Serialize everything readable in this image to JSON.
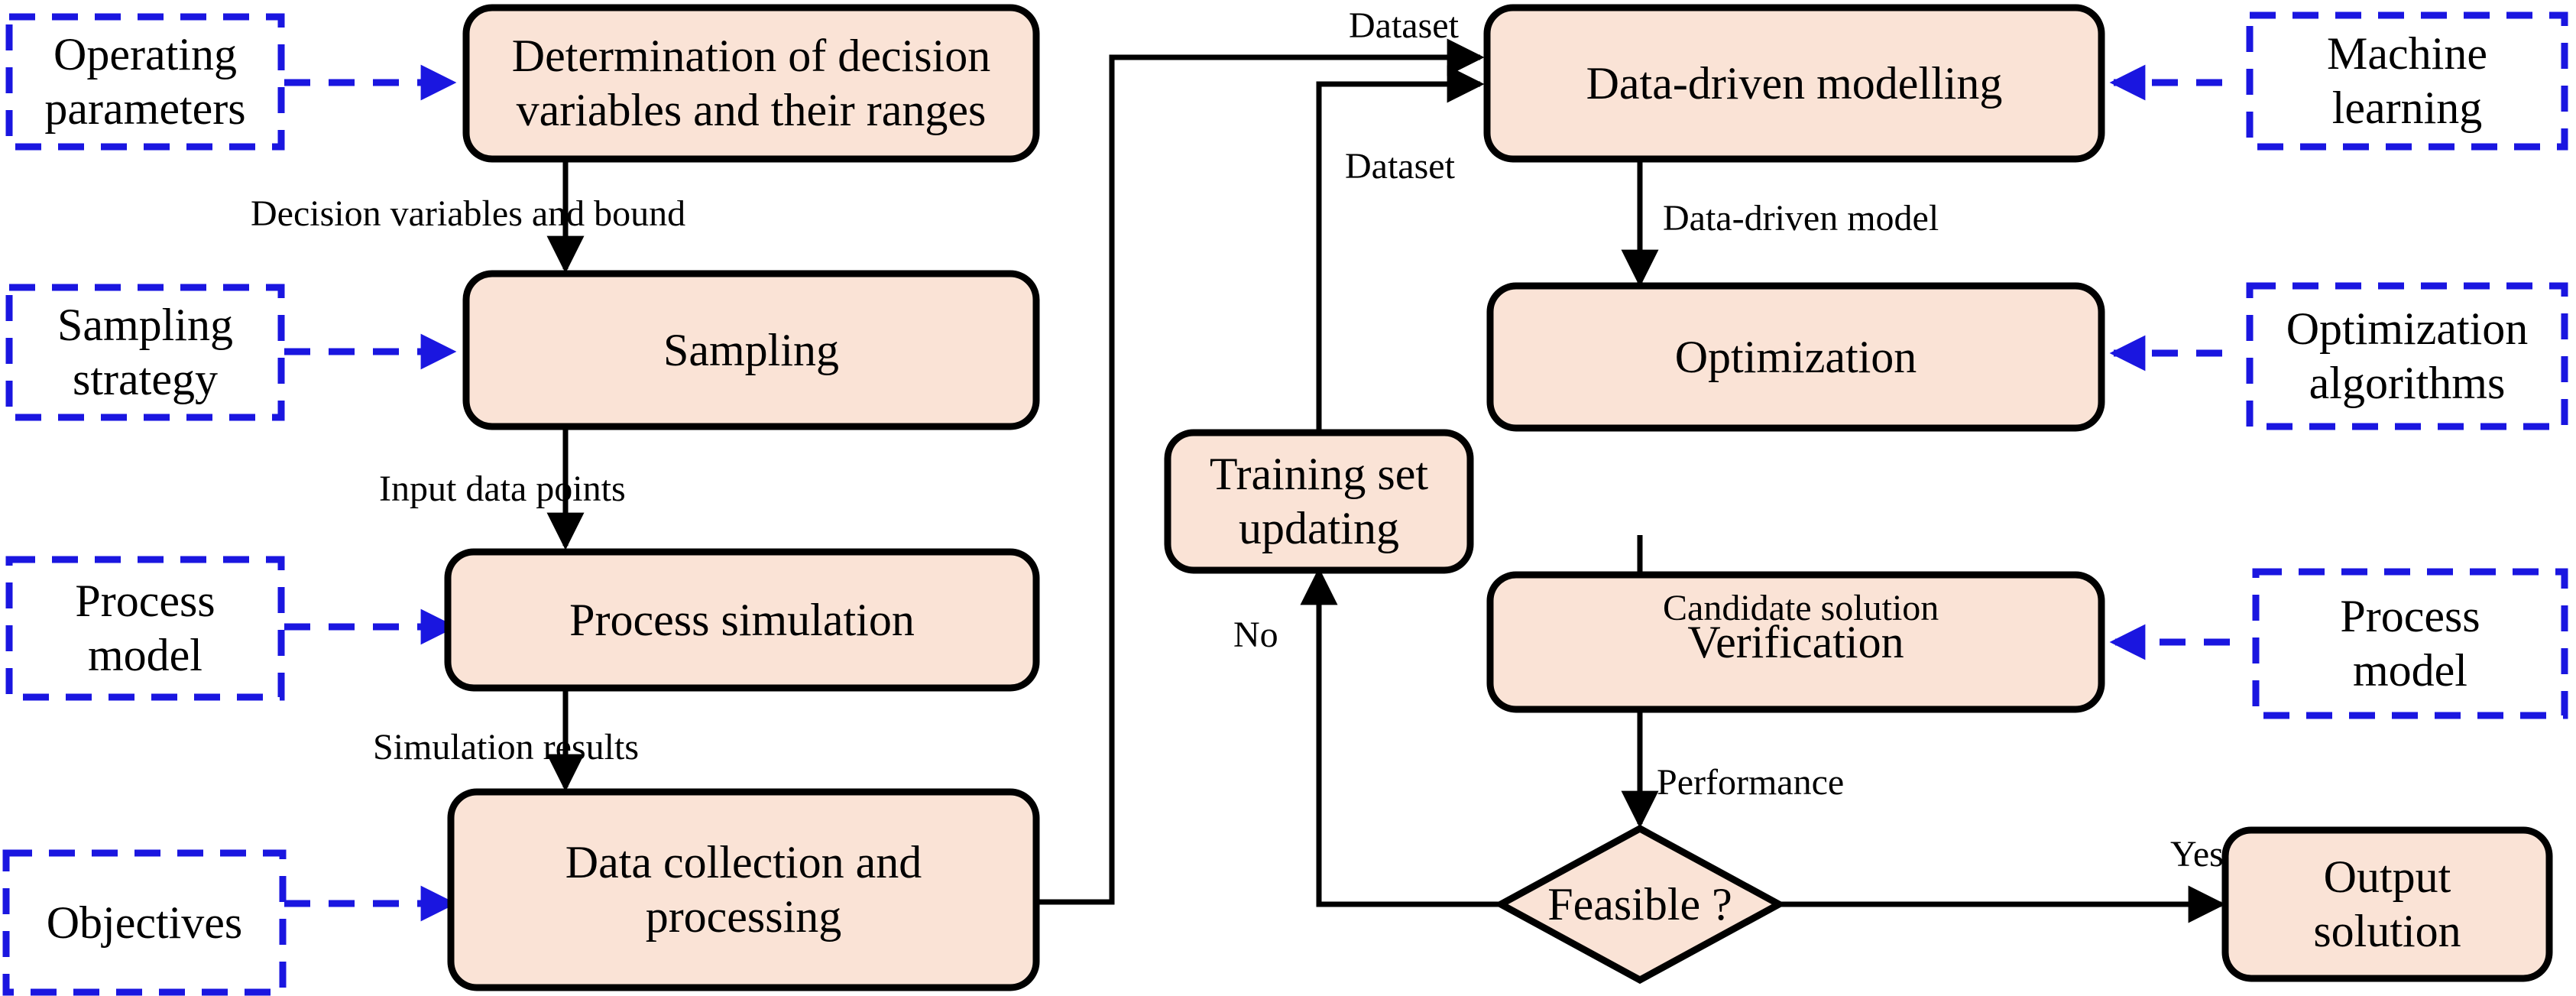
{
  "diagram": {
    "title": "Data-driven optimization framework",
    "colors": {
      "process_fill": "#fae3d6",
      "process_stroke": "#000000",
      "side_box_stroke": "#1a16e0",
      "flow_line": "#000000",
      "background": "#ffffff"
    }
  },
  "process_nodes": {
    "determination": "Determination of decision\nvariables and their ranges",
    "sampling": "Sampling",
    "process_simulation": "Process simulation",
    "data_collection": "Data collection and\nprocessing",
    "training_set_updating": "Training set\nupdating",
    "data_driven_modelling": "Data-driven modelling",
    "optimization": "Optimization",
    "verification": "Verification",
    "output_solution": "Output\nsolution"
  },
  "decision_nodes": {
    "feasible": "Feasible ?"
  },
  "side_notes": {
    "operating_parameters": "Operating\nparameters",
    "sampling_strategy": "Sampling\nstrategy",
    "process_model_left": "Process\nmodel",
    "objectives": "Objectives",
    "machine_learning": "Machine\nlearning",
    "optimization_algorithms": "Optimization\nalgorithms",
    "process_model_right": "Process\nmodel"
  },
  "edge_labels": {
    "decision_variables_and_bound": "Decision variables and bound",
    "input_data_points": "Input data points",
    "simulation_results": "Simulation results",
    "dataset_top": "Dataset",
    "dataset_loop": "Dataset",
    "data_driven_model": "Data-driven model",
    "candidate_solution": "Candidate solution",
    "performance": "Performance",
    "no": "No",
    "yes": "Yes"
  }
}
